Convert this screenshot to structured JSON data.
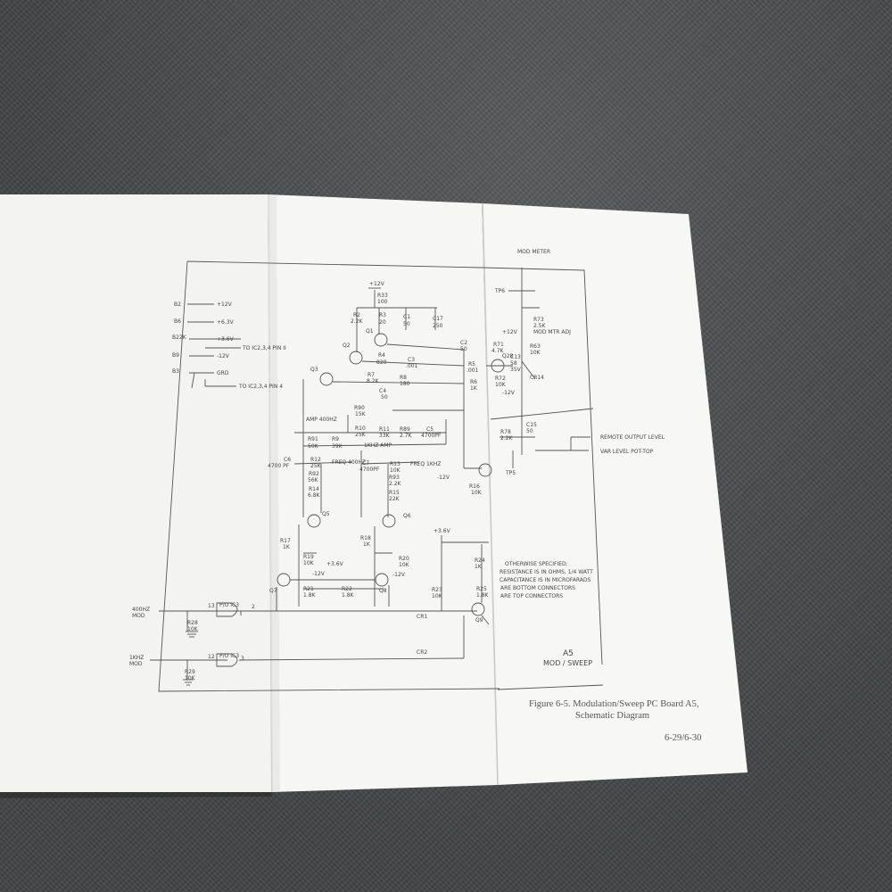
{
  "schematic": {
    "supply": {
      "rows": [
        {
          "pin": "B2",
          "label": "+12V"
        },
        {
          "pin": "B6",
          "label": "+6.3V"
        },
        {
          "pin": "B22K",
          "label": "+3.6V"
        },
        {
          "pin": "B9",
          "label": "-12V"
        },
        {
          "pin": "B3",
          "label": "GRD"
        }
      ],
      "notes": [
        "TO IC2,3,4 PIN II",
        "TO IC2,3,4 PIN 4"
      ]
    },
    "components": {
      "q1": "Q1",
      "q2": "Q2",
      "q3": "Q3",
      "q5": "Q5",
      "q6": "Q6",
      "q7": "Q7",
      "q8": "Q8",
      "q9": "Q9",
      "r33": "R33",
      "r33_val": "100",
      "r2": "R2",
      "r2_val": "2.2K",
      "r3": "R3",
      "r3_val": "20",
      "c1": "C1",
      "c1_val": "50",
      "c17": "C17",
      "c17_val": "250",
      "r4": "R4",
      "r4_val": "820",
      "c3": "C3",
      "c3_val": ".001",
      "r7": "R7",
      "r7_val": "8.2K",
      "r8": "R8",
      "r8_val": "180",
      "c4": "C4",
      "c4_val": "50",
      "r90": "R90",
      "r90_val": "15K",
      "amp_400": "AMP 400HZ",
      "r91": "R91",
      "r91_val": "50K",
      "r9": "R9",
      "r9_val": "39K",
      "r10": "R10",
      "r10_val": "25K",
      "r11": "R11",
      "r11_val": "33K",
      "r89": "R89",
      "r89_val": "2.7K",
      "c5": "C5",
      "c5_val": "4700PF",
      "khz_amp": "1KHZ AMP",
      "c6": "C6",
      "c6_val": "4700 PF",
      "r12": "R12",
      "r12_val": "25K",
      "freq_400": "FREQ 400HZ",
      "r92": "R92",
      "r92_val": "56K",
      "r14": "R14",
      "r14_val": "6.8K",
      "c7": "C7",
      "c7_val": "4700PF",
      "r13": "R13",
      "r13_val": "10K",
      "freq_1k": "FREQ 1KHZ",
      "r93": "R93",
      "r93_val": "2.2K",
      "r15": "R15",
      "r15_val": "22K",
      "r17": "R17",
      "r17_val": "1K",
      "r18": "R18",
      "r18_val": "1K",
      "r19": "R19",
      "r19_val": "10K",
      "r20": "R20",
      "r20_val": "10K",
      "r21": "R21",
      "r21_val": "1.8K",
      "r22": "R22",
      "r22_val": "1.8K",
      "v36": "+3.6V",
      "vneg12": "-12V",
      "r23": "R23",
      "r23_val": "10K",
      "r24": "R24",
      "r24_val": "1K",
      "r25": "R25",
      "r25_val": "1.8K",
      "cr1": "CR1",
      "cr2": "CR2",
      "r16": "R16",
      "r16_val": "10K",
      "r28": "R28",
      "r28_val": "10K",
      "r29": "R29",
      "r29_val": "10K",
      "ic3": "P/O IC3",
      "c2": "C2",
      "c2_val": "50",
      "r5": "R5",
      "r5_val": ".001",
      "r6": "R6",
      "r6_val": "1K",
      "r71": "R71",
      "r71_val": "4.7K",
      "q28": "Q28",
      "c13": "C13",
      "c13_val": "58",
      "c13_v": "35V",
      "r63": "R63",
      "r63_val": "10K",
      "r72": "R72",
      "r72_val": "10K",
      "cr14": "CR14",
      "r73": "R73",
      "r73_val": "2.5K",
      "mod_mtr": "MOD MTR ADJ",
      "r78": "R78",
      "r78_val": "2.2K",
      "c15": "C15",
      "c15_val": "50",
      "tp5": "TP5",
      "tp6": "TP6",
      "mod_meter": "MOD METER"
    },
    "inputs": {
      "mod400_line1": "400HZ",
      "mod400_line2": "MOD",
      "mod1k_line1": "1KHZ",
      "mod1k_line2": "MOD",
      "pin13": "13",
      "pin2": "2",
      "pin12": "12",
      "pin3": "3"
    },
    "outputs": {
      "remote_output": "REMOTE OUTPUT LEVEL",
      "var_level": "VAR LEVEL POT-TOP"
    },
    "notes": [
      "OTHERWISE SPECIFIED:",
      "RESISTANCE IS IN OHMS, 1/4 WATT",
      "CAPACITANCE IS IN MICROFARADS",
      "ARE BOTTOM CONNECTORS",
      "ARE TOP CONNECTORS"
    ],
    "board_label": "A5",
    "board_name": "MOD / SWEEP"
  },
  "caption": {
    "line1": "Figure 6-5.  Modulation/Sweep PC Board A5,",
    "line2": "Schematic Diagram"
  },
  "page_number": "6-29/6-30"
}
